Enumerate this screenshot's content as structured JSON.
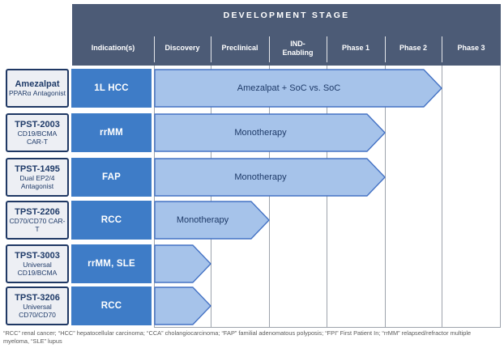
{
  "colors": {
    "header_bg": "#4C5B76",
    "indication_blue": "#3E7CC7",
    "arrow_fill": "#A6C3EA",
    "arrow_border": "#4472C4",
    "navy_text": "#1E3A68",
    "name_box_bg": "#EDEFF4",
    "name_box_border": "#1F3864",
    "gridline": "#9DA3AC"
  },
  "header": {
    "title": "DEVELOPMENT STAGE",
    "columns": [
      "Indication(s)",
      "Discovery",
      "Preclinical",
      "IND-\nEnabling",
      "Phase 1",
      "Phase 2",
      "Phase 3"
    ]
  },
  "chart_data": {
    "type": "bar",
    "title": "DEVELOPMENT STAGE",
    "stages": [
      "Discovery",
      "Preclinical",
      "IND-Enabling",
      "Phase 1",
      "Phase 2",
      "Phase 3"
    ],
    "programs": [
      {
        "name": "Amezalpat",
        "target": "PPARα Antagonist",
        "indication": "1L HCC",
        "trial": "Amezalpat + SoC vs. SoC",
        "stage_reached": "Phase 2"
      },
      {
        "name": "TPST-2003",
        "target": "CD19/BCMA CAR-T",
        "indication": "rrMM",
        "trial": "Monotherapy",
        "stage_reached": "Phase 1"
      },
      {
        "name": "TPST-1495",
        "target": "Dual EP2/4 Antagonist",
        "indication": "FAP",
        "trial": "Monotherapy",
        "stage_reached": "Phase 1"
      },
      {
        "name": "TPST-2206",
        "target": "CD70/CD70 CAR-T",
        "indication": "RCC",
        "trial": "Monotherapy",
        "stage_reached": "Preclinical"
      },
      {
        "name": "TPST-3003",
        "target": "Universal CD19/BCMA",
        "indication": "rrMM, SLE",
        "trial": "",
        "stage_reached": "Discovery"
      },
      {
        "name": "TPST-3206",
        "target": "Universal CD70/CD70",
        "indication": "RCC",
        "trial": "",
        "stage_reached": "Discovery"
      }
    ]
  },
  "footnote": "“RCC” renal cancer; “HCC” hepatocellular carcinoma; “CCA” cholangiocarcinoma; “FAP” familial adenomatous polyposis; “FPI” First Patient In; “rrMM” relapsed/refractor multiple myeloma, “SLE” lupus"
}
